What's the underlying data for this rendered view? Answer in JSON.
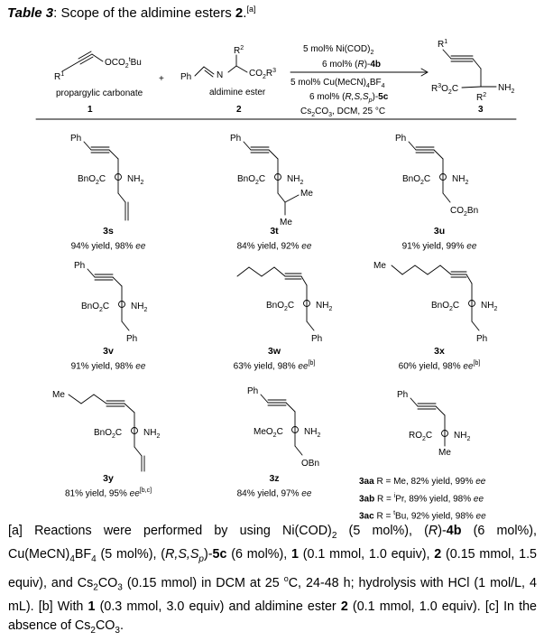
{
  "title": {
    "label": "Table 3",
    "text": ": Scope of the aldimine esters ",
    "cmpd": "2",
    "dot": ".",
    "ref": "[a]"
  },
  "scheme": {
    "reagent1_caption": "propargylic carbonate",
    "reagent1_number": "1",
    "plus": "+",
    "reagent2_caption": "aldimine ester",
    "reagent2_number": "2",
    "product_number": "3",
    "cond1": "5 mol% Ni(COD)",
    "cond1_sub": "2",
    "cond2_pre": "6 mol% (",
    "cond2_it": "R",
    "cond2_mid": ")-",
    "cond2_b": "4b",
    "cond3_pre": "5 mol% Cu(MeCN)",
    "cond3_sub": "4",
    "cond3_post": "BF",
    "cond3_sub2": "4",
    "cond4_pre": "6 mol% (",
    "cond4_it": "R,S,S",
    "cond4_sub": "p",
    "cond4_mid": ")-",
    "cond4_b": "5c",
    "cond5_pre": "Cs",
    "cond5_sub": "2",
    "cond5_mid": "CO",
    "cond5_sub2": "3",
    "cond5_post": ", DCM,  25 °C"
  },
  "compounds": [
    {
      "id": "3s",
      "yield": "94% yield, 98% ",
      "ee": "ee",
      "note": ""
    },
    {
      "id": "3t",
      "yield": "84% yield, 92% ",
      "ee": "ee",
      "note": ""
    },
    {
      "id": "3u",
      "yield": "91% yield, 99% ",
      "ee": "ee",
      "note": ""
    },
    {
      "id": "3v",
      "yield": "91% yield, 98% ",
      "ee": "ee",
      "note": ""
    },
    {
      "id": "3w",
      "yield": "63% yield, 98% ",
      "ee": "ee",
      "note": "[b]"
    },
    {
      "id": "3x",
      "yield": "60% yield, 98% ",
      "ee": "ee",
      "note": "[b]"
    },
    {
      "id": "3y",
      "yield": "81% yield, 95% ",
      "ee": "ee",
      "note": "[b,c]"
    },
    {
      "id": "3z",
      "yield": "84% yield, 97% ",
      "ee": "ee",
      "note": ""
    }
  ],
  "rgroups": [
    {
      "id": "3aa",
      "pre": " R = Me, 82% yield, 99% ",
      "sup": "",
      "after": "",
      "ee": "ee"
    },
    {
      "id": "3ab",
      "pre": " R = ",
      "sup": "i",
      "after": "Pr,  89% yield, 98% ",
      "ee": "ee"
    },
    {
      "id": "3ac",
      "pre": " R = ",
      "sup": "t",
      "after": "Bu,  92% yield, 98% ",
      "ee": "ee"
    }
  ],
  "footnote": {
    "a1": "[a] Reactions were performed by using Ni(COD)",
    "a1s": "2",
    "a2": " (5 mol%), (",
    "a2i": "R",
    "a3": ")-",
    "a3b": "4b",
    "a4": " (6 mol%), Cu(MeCN)",
    "a4s": "4",
    "a5": "BF",
    "a5s": "4",
    "a6": " (5 mol%), (",
    "a6i": "R,S,S",
    "a6s": "p",
    "a7": ")-",
    "a7b": "5c",
    "a8": " (6 mol%), ",
    "a8b": "1",
    "a9": " (0.1 mmol, 1.0 equiv), ",
    "a9b": "2",
    "a10": " (0.15 mmol, 1.5 equiv), and Cs",
    "a10s": "2",
    "a11": "CO",
    "a11s": "3",
    "a12": " (0.15 mmol) in DCM at 25 ",
    "a12sup": "o",
    "a13": "C, 24-48 h; hydrolysis with HCl (1 mol/L, 4 mL). [b] With ",
    "a13b": "1",
    "a14": " (0.3 mmol, 3.0 equiv) and aldimine ester ",
    "a14b": "2",
    "a15": " (0.1 mmol, 1.0 equiv). [c] In the absence of Cs",
    "a15s": "2",
    "a16": "CO",
    "a16s": "3",
    "a17": "."
  },
  "structure_labels": {
    "r1": "R",
    "r1n": "1",
    "otbu_pre": "OCO",
    "otbu_2": "2",
    "otbu_t": "t",
    "otbu_bu": "Bu",
    "ph": "Ph",
    "n": "N",
    "r2": "R",
    "r2n": "2",
    "co2r3": "CO",
    "co2r3_2": "2",
    "co2r3_r": "R",
    "co2r3_3": "3",
    "p_r3o2c": "R",
    "p_r3n": "3",
    "p_o2c": "O",
    "p_2": "2",
    "p_c": "C",
    "p_r2": "R",
    "p_r2n": "2",
    "p_nh": "NH",
    "p_nh2": "2",
    "bno2c": "BnO",
    "bno2c_2": "2",
    "bno2c_c": "C",
    "meo2c": "MeO",
    "ro2c": "RO",
    "nh2": "NH",
    "nh2_2": "2",
    "me": "Me",
    "co2bn": "CO",
    "co2bn_2": "2",
    "co2bn_bn": "Bn",
    "obn": "OBn"
  }
}
